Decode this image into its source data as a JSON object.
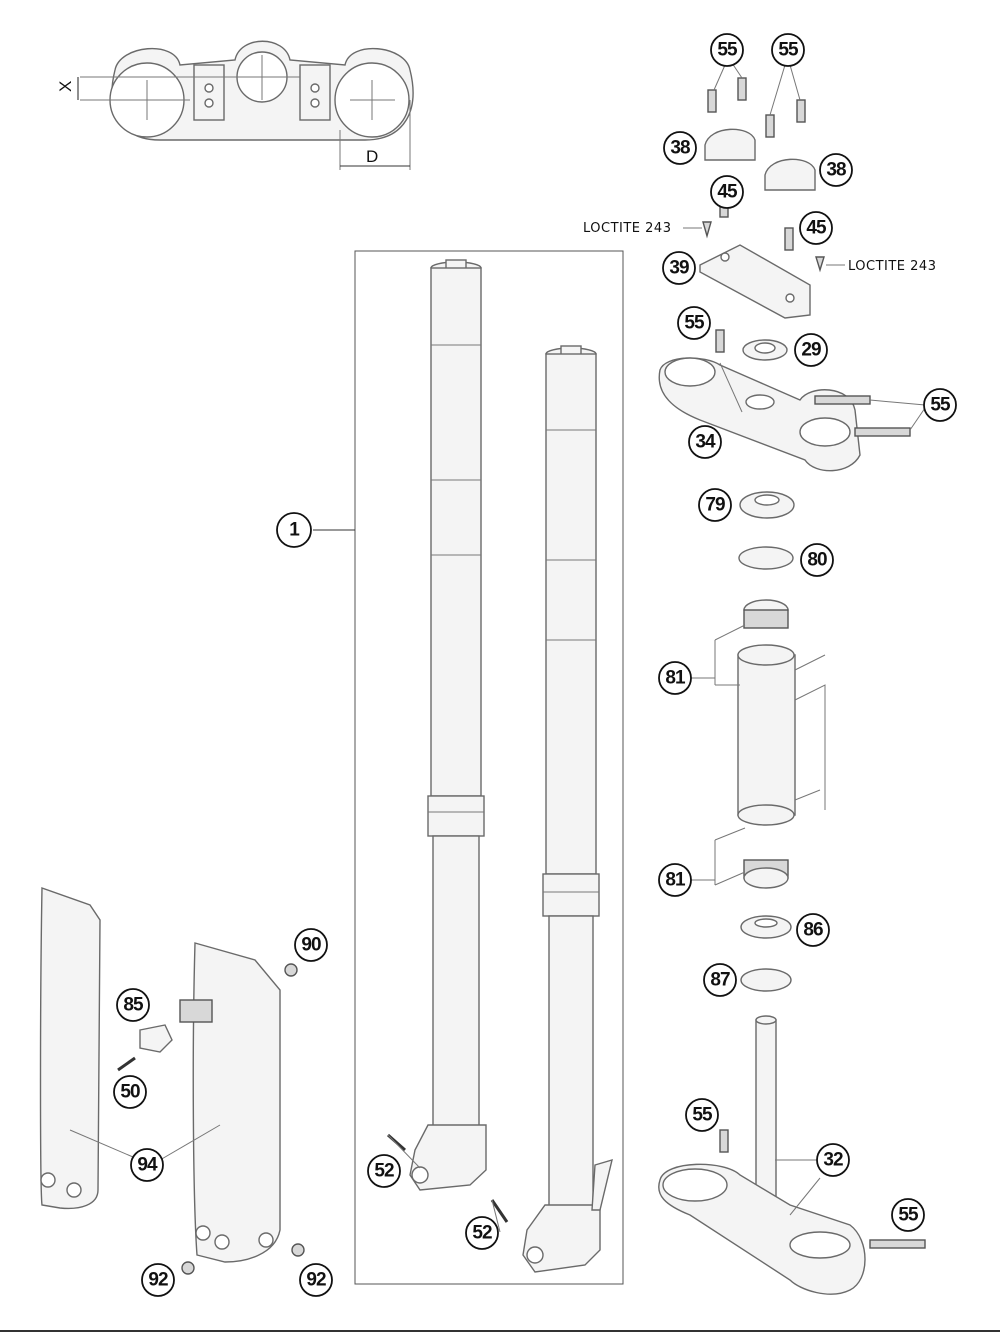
{
  "dimensions": {
    "x_label": "X",
    "d_label": "D"
  },
  "notes": {
    "loctite_left": "LOCTITE 243",
    "loctite_right": "LOCTITE 243"
  },
  "callouts": {
    "c55_a": "55",
    "c55_b": "55",
    "c38_a": "38",
    "c38_b": "38",
    "c45_a": "45",
    "c45_b": "45",
    "c39": "39",
    "c55_c": "55",
    "c29": "29",
    "c55_d": "55",
    "c34": "34",
    "c79": "79",
    "c80": "80",
    "c81_a": "81",
    "c81_b": "81",
    "c86": "86",
    "c87": "87",
    "c1": "1",
    "c90": "90",
    "c85": "85",
    "c50": "50",
    "c94": "94",
    "c52_a": "52",
    "c52_b": "52",
    "c92_a": "92",
    "c92_b": "92",
    "c55_e": "55",
    "c32": "32",
    "c55_f": "55"
  }
}
